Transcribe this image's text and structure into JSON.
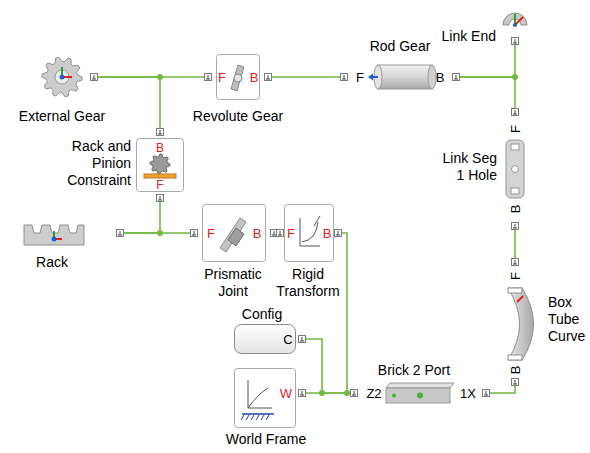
{
  "diagram": {
    "nodes": [
      {
        "text": [
          "External Gear"
        ]
      },
      {
        "text": [
          "Revolute Gear",
          "F",
          "B"
        ]
      },
      {
        "text": [
          "Rod Gear",
          "F",
          "B"
        ]
      },
      {
        "text": [
          "Link End"
        ]
      },
      {
        "text": [
          "Rack and Pinion Constraint",
          "B",
          "F"
        ]
      },
      {
        "text": [
          "Link Seg 1 Hole",
          "F",
          "B"
        ]
      },
      {
        "text": [
          "Rack"
        ]
      },
      {
        "text": [
          "Prismatic Joint",
          "F",
          "B"
        ]
      },
      {
        "text": [
          "Rigid Transform",
          "F",
          "B"
        ]
      },
      {
        "text": [
          "Box Tube Curve",
          "F",
          "B"
        ]
      },
      {
        "text": [
          "Config",
          "C"
        ]
      },
      {
        "text": [
          "Brick 2 Port",
          "Z2",
          "1X"
        ]
      },
      {
        "text": [
          "World Frame",
          "W"
        ]
      }
    ],
    "edges": [
      {
        "from": 0,
        "to": 1,
        "arrow": "none"
      },
      {
        "from": 0,
        "to": 4,
        "arrow": "none"
      },
      {
        "from": 1,
        "to": 2,
        "arrow": "none"
      },
      {
        "from": 2,
        "to": 3,
        "arrow": "none"
      },
      {
        "from": 2,
        "to": 5,
        "arrow": "none"
      },
      {
        "from": 5,
        "to": 9,
        "arrow": "none"
      },
      {
        "from": 9,
        "to": 11,
        "arrow": "none"
      },
      {
        "from": 6,
        "to": 7,
        "arrow": "none"
      },
      {
        "from": 6,
        "to": 4,
        "arrow": "none"
      },
      {
        "from": 7,
        "to": 8,
        "arrow": "none"
      },
      {
        "from": 8,
        "to": 11,
        "arrow": "none"
      },
      {
        "from": 10,
        "to": 11,
        "arrow": "none"
      },
      {
        "from": 12,
        "to": 11,
        "arrow": "none"
      }
    ]
  }
}
